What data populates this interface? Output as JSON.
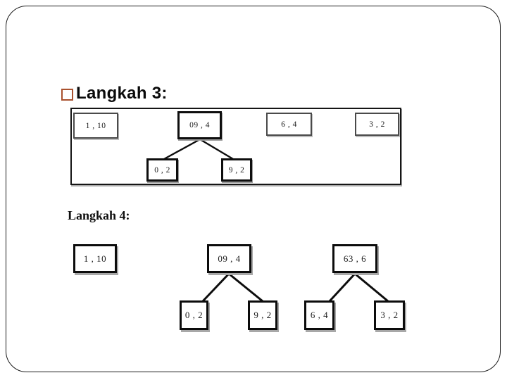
{
  "slide": {
    "title": "Langkah 3:",
    "subtitle": "Langkah 4:",
    "bullet_color": "#a9512e",
    "line_color": "#0d0d0d"
  },
  "step3": {
    "nodes": {
      "n1": "1 , 10",
      "n09": "09 , 4",
      "n6": "6 , 4",
      "n3": "3 , 2",
      "c0": "0 , 2",
      "c9": "9 , 2"
    },
    "edges": [
      {
        "from": "n09",
        "to": "c0"
      },
      {
        "from": "n09",
        "to": "c9"
      }
    ]
  },
  "step4": {
    "nodes": {
      "n1": "1 , 10",
      "n09": "09 , 4",
      "n63": "63 , 6",
      "c0": "0 , 2",
      "c9": "9 , 2",
      "c6": "6 , 4",
      "c3": "3 , 2"
    },
    "edges": [
      {
        "from": "n09",
        "to": "c0"
      },
      {
        "from": "n09",
        "to": "c9"
      },
      {
        "from": "n63",
        "to": "c6"
      },
      {
        "from": "n63",
        "to": "c3"
      }
    ]
  }
}
